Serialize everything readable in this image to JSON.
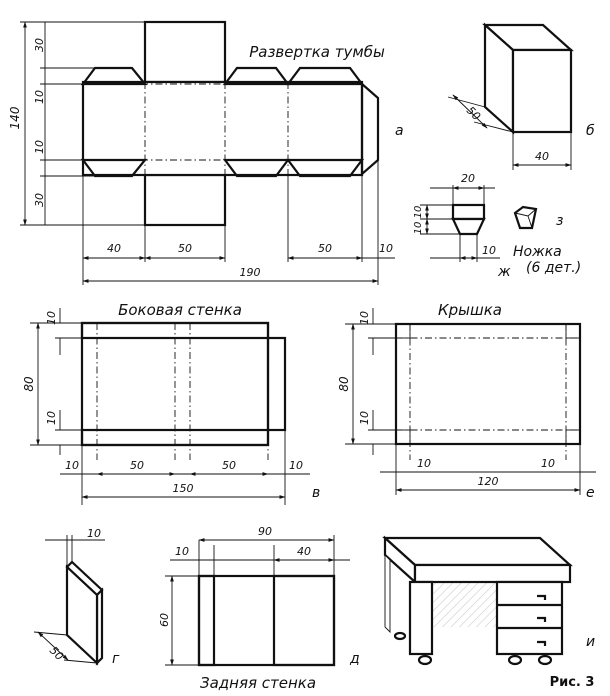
{
  "figure": {
    "caption": "Рис. 3",
    "colors": {
      "ink": "#111111",
      "paper": "#ffffff",
      "hatch": "#222222"
    }
  },
  "panel_a": {
    "title": "Развертка тумбы",
    "letter": "а",
    "dims": {
      "d140": "140",
      "d30_top": "30",
      "d10_top": "10",
      "d10_bot": "10",
      "d30_bot": "30",
      "d40": "40",
      "d50a": "50",
      "d50b": "50",
      "d10r": "10",
      "d190": "190"
    }
  },
  "panel_b": {
    "letter": "б",
    "dims": {
      "d50": "50",
      "d40": "40"
    }
  },
  "panel_zh": {
    "letter": "ж",
    "leg_letter": "з",
    "note_line1": "Ножка",
    "note_line2": "(6 дет.)",
    "dims": {
      "d20": "20",
      "d10a": "10",
      "d10b": "10",
      "d10c": "10"
    }
  },
  "panel_v": {
    "title": "Боковая стенка",
    "letter": "в",
    "dims": {
      "d10t": "10",
      "d80": "80",
      "d10b": "10",
      "d10l": "10",
      "d50a": "50",
      "d50b": "50",
      "d10r": "10",
      "d150": "150"
    }
  },
  "panel_e": {
    "title": "Крышка",
    "letter": "е",
    "dims": {
      "d10t": "10",
      "d80": "80",
      "d10b": "10",
      "d10l": "10",
      "d10r": "10",
      "d120": "120"
    }
  },
  "panel_g": {
    "letter": "г",
    "dims": {
      "d10": "10",
      "d50": "50"
    }
  },
  "panel_d": {
    "title": "Задняя стенка",
    "letter": "д",
    "dims": {
      "d90": "90",
      "d10": "10",
      "d40": "40",
      "d60": "60"
    }
  },
  "panel_i": {
    "letter": "и"
  }
}
